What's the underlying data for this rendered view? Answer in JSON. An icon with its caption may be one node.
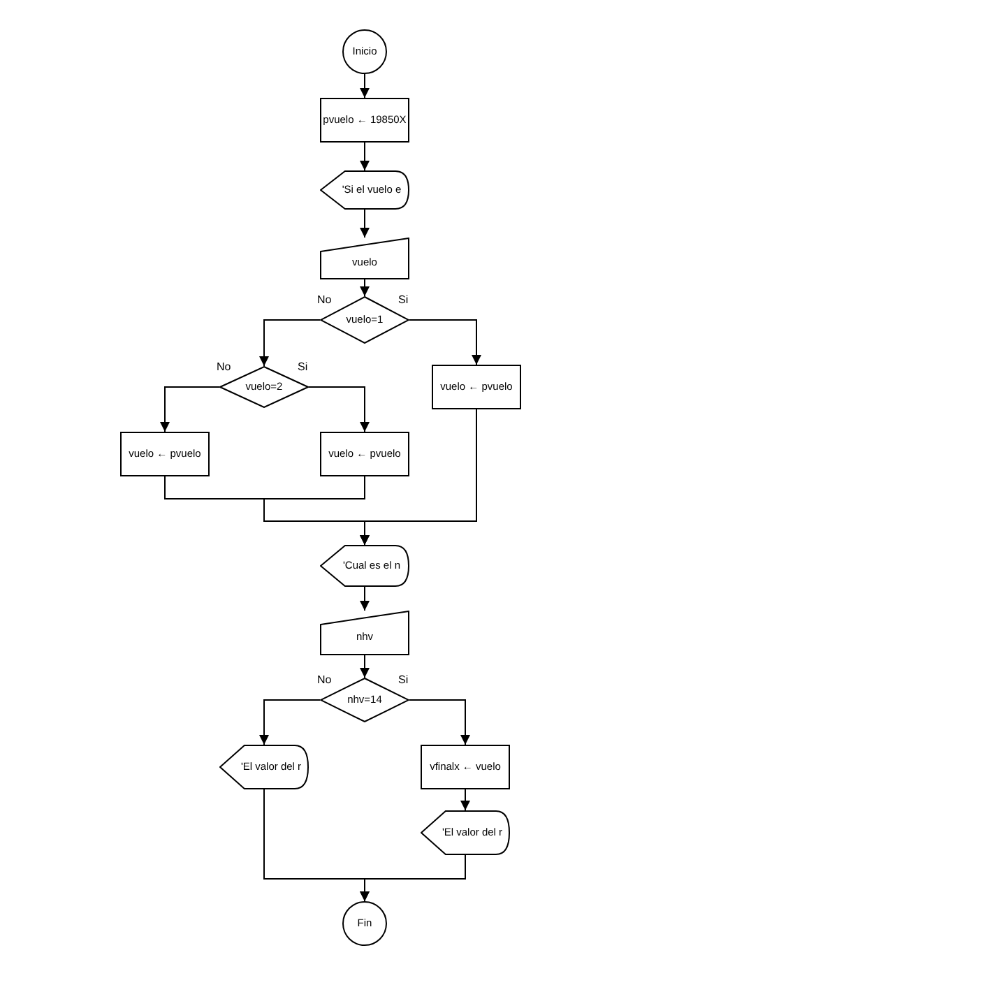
{
  "diagram": {
    "nodes": [
      {
        "text": [
          "Inicio"
        ]
      },
      {
        "text": [
          "pvuelo ← 19850X"
        ]
      },
      {
        "text": [
          "'Si el vuelo e"
        ]
      },
      {
        "text": [
          "vuelo"
        ]
      },
      {
        "text": [
          "vuelo=1"
        ]
      },
      {
        "text": [
          "vuelo=2"
        ]
      },
      {
        "text": [
          "vuelo ← pvuelo"
        ]
      },
      {
        "text": [
          "vuelo ← pvuelo"
        ]
      },
      {
        "text": [
          "vuelo ← pvuelo"
        ]
      },
      {
        "text": [
          "'Cual es el n"
        ]
      },
      {
        "text": [
          "nhv"
        ]
      },
      {
        "text": [
          "nhv=14"
        ]
      },
      {
        "text": [
          "'El valor del r"
        ]
      },
      {
        "text": [
          "vfinalx ← vuelo"
        ]
      },
      {
        "text": [
          "'El valor del r"
        ]
      },
      {
        "text": [
          "Fin"
        ]
      }
    ],
    "edges": [
      {
        "from": 0,
        "to": 1,
        "arrow": "to"
      },
      {
        "from": 1,
        "to": 2,
        "arrow": "to"
      },
      {
        "from": 2,
        "to": 3,
        "arrow": "to"
      },
      {
        "from": 3,
        "to": 4,
        "arrow": "to"
      },
      {
        "from": 4,
        "to": 5,
        "arrow": "to",
        "label": "No"
      },
      {
        "from": 4,
        "to": 6,
        "arrow": "to",
        "label": "Si"
      },
      {
        "from": 5,
        "to": 7,
        "arrow": "to",
        "label": "No"
      },
      {
        "from": 5,
        "to": 8,
        "arrow": "to",
        "label": "Si"
      },
      {
        "from": 7,
        "to": 9,
        "arrow": "to"
      },
      {
        "from": 8,
        "to": 9,
        "arrow": "to"
      },
      {
        "from": 6,
        "to": 9,
        "arrow": "to"
      },
      {
        "from": 9,
        "to": 10,
        "arrow": "to"
      },
      {
        "from": 10,
        "to": 11,
        "arrow": "to"
      },
      {
        "from": 11,
        "to": 12,
        "arrow": "to",
        "label": "No"
      },
      {
        "from": 11,
        "to": 13,
        "arrow": "to",
        "label": "Si"
      },
      {
        "from": 13,
        "to": 14,
        "arrow": "to"
      },
      {
        "from": 12,
        "to": 15,
        "arrow": "to"
      },
      {
        "from": 14,
        "to": 15,
        "arrow": "to"
      }
    ]
  }
}
